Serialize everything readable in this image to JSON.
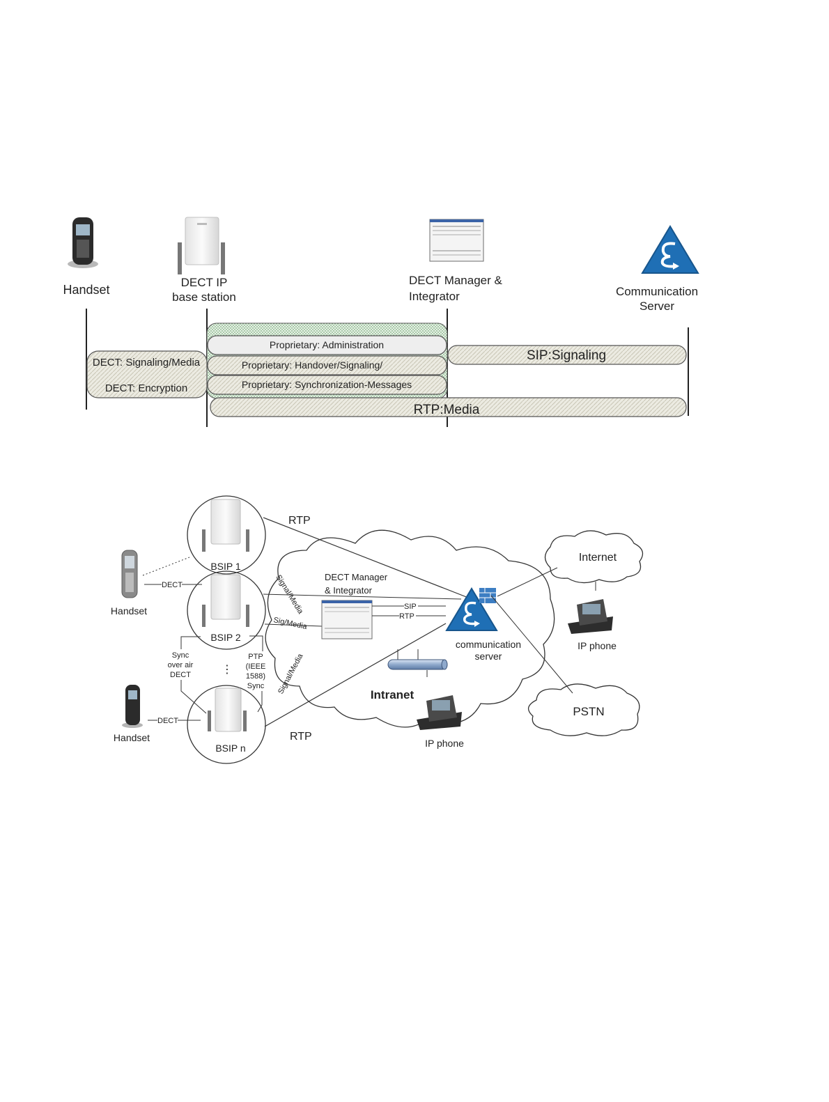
{
  "protocol_diagram": {
    "entities": {
      "handset": "Handset",
      "base_station_line1": "DECT IP",
      "base_station_line2": "base station",
      "manager_line1": "DECT Manager &",
      "manager_line2": "Integrator",
      "server_line1": "Communication",
      "server_line2": "Server"
    },
    "bars": {
      "dect_signaling": "DECT: Signaling/Media",
      "dect_encryption": "DECT: Encryption",
      "administration": "Proprietary: Administration",
      "handover": "Proprietary: Handover/Signaling/",
      "synchronization": "Proprietary: Synchronization-Messages",
      "sip": "SIP:Signaling",
      "rtp": "RTP:Media"
    }
  },
  "network_diagram": {
    "bsip1": "BSIP 1",
    "bsip2": "BSIP 2",
    "bsipn": "BSIP n",
    "handset": "Handset",
    "dect": "DECT",
    "rtp": "RTP",
    "manager_line1": "DECT Manager",
    "manager_line2": "& Integrator",
    "signal_media": "Signal/Media",
    "sig_media": "Sig/Media",
    "sip": "SIP",
    "rtp_small": "RTP",
    "comm_server_line1": "communication",
    "comm_server_line2": "server",
    "internet": "Internet",
    "ip_phone": "IP phone",
    "pstn": "PSTN",
    "intranet": "Intranet",
    "sync_line1": "Sync",
    "sync_line2": "over air",
    "sync_line3": "DECT",
    "ptp_line1": "PTP",
    "ptp_line2": "(IEEE",
    "ptp_line3": "1588)",
    "ptp_line4": "Sync",
    "ellipsis": "⋮"
  },
  "colors": {
    "bar_fill": "#e9e7dc",
    "admin_fill": "#eeeeee",
    "hatch_green": "#9bc39b",
    "server_blue": "#1f6fb5",
    "line": "#222222"
  }
}
